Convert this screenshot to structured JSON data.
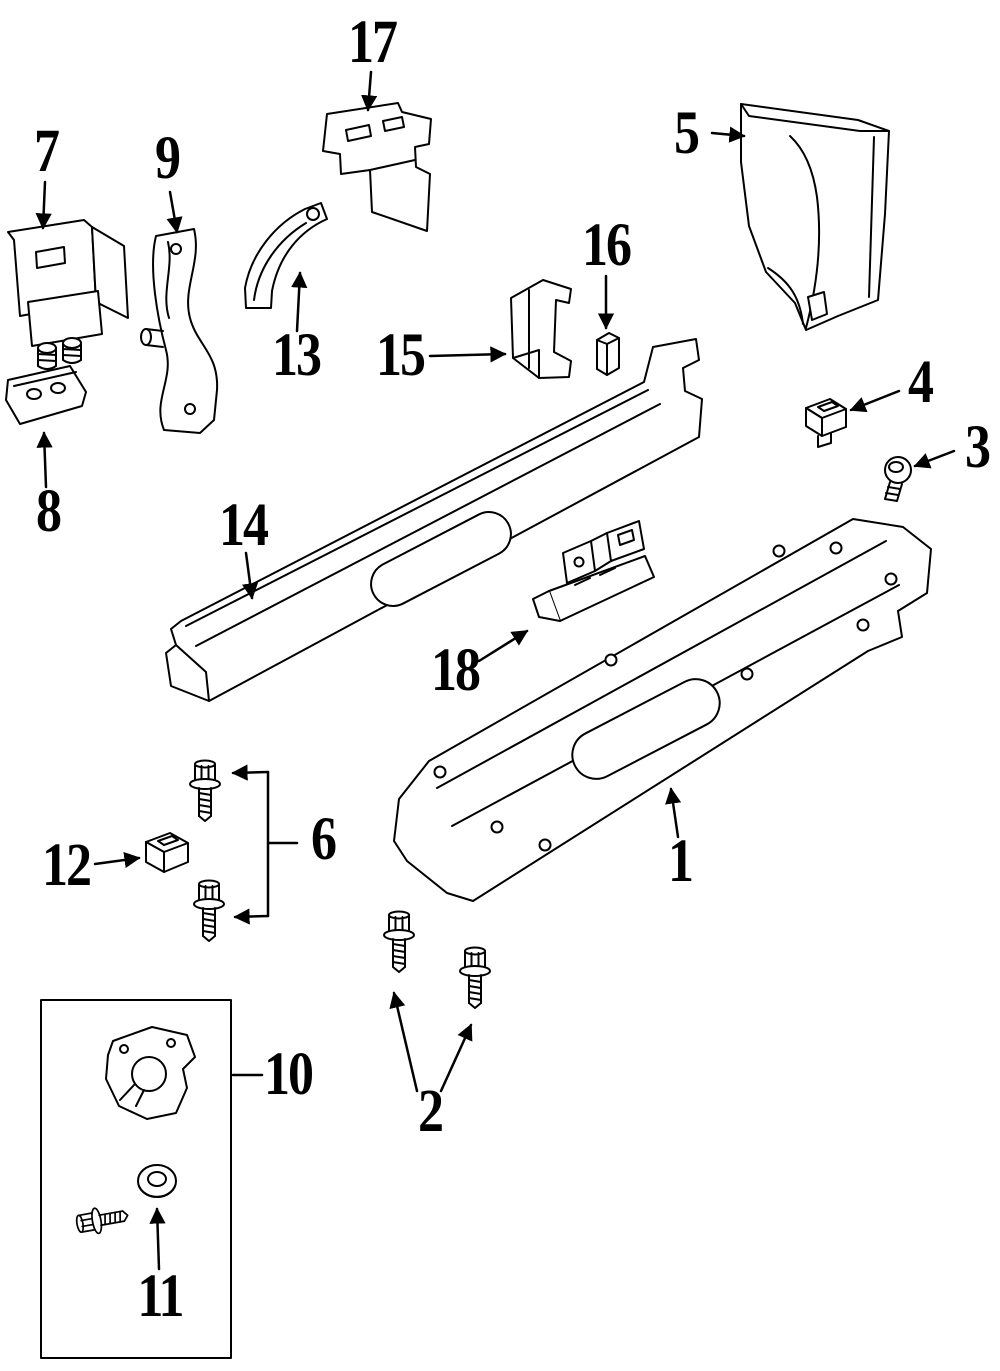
{
  "diagram": {
    "background_color": "#ffffff",
    "line_color": "#000000"
  },
  "callouts": [
    {
      "label": "1"
    },
    {
      "label": "2"
    },
    {
      "label": "3"
    },
    {
      "label": "4"
    },
    {
      "label": "5"
    },
    {
      "label": "6"
    },
    {
      "label": "7"
    },
    {
      "label": "8"
    },
    {
      "label": "9"
    },
    {
      "label": "10"
    },
    {
      "label": "11"
    },
    {
      "label": "12"
    },
    {
      "label": "13"
    },
    {
      "label": "14"
    },
    {
      "label": "15"
    },
    {
      "label": "16"
    },
    {
      "label": "17"
    },
    {
      "label": "18"
    }
  ]
}
